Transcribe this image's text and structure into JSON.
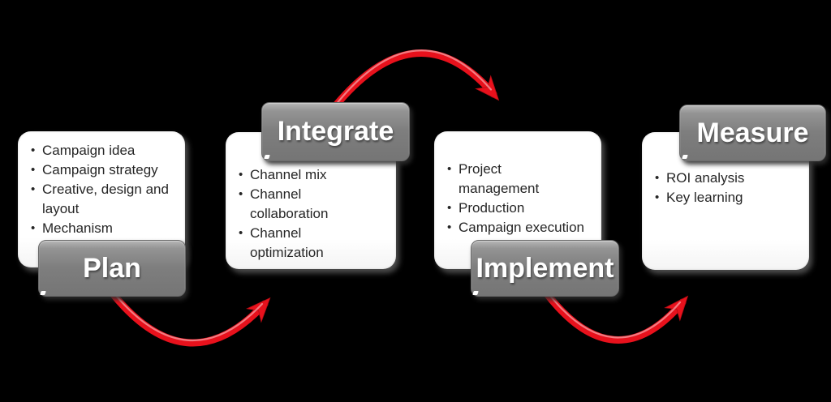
{
  "diagram": {
    "type": "process-flow",
    "background_color": "#000000",
    "colors": {
      "arrow": "#e8111c",
      "stage_label_background": "#7e7e7e",
      "stage_label_text": "#ffffff",
      "card_background": "#ffffff",
      "bullet_text": "#262626"
    },
    "stages": [
      {
        "label": "Plan",
        "label_position": "bottom",
        "items": [
          "Campaign idea",
          "Campaign strategy",
          "Creative, design and\nlayout",
          "Mechanism"
        ]
      },
      {
        "label": "Integrate",
        "label_position": "top",
        "items": [
          "Channel mix",
          "Channel\ncollaboration",
          "Channel\noptimization"
        ]
      },
      {
        "label": "Implement",
        "label_position": "bottom",
        "items": [
          "Project\nmanagement",
          "Production",
          "Campaign execution"
        ]
      },
      {
        "label": "Measure",
        "label_position": "top",
        "items": [
          "ROI analysis",
          "Key learning"
        ]
      }
    ],
    "arrows": [
      {
        "name": "plan-to-integrate",
        "shape": "arc-below",
        "color": "#e8111c"
      },
      {
        "name": "integrate-to-implement",
        "shape": "arc-above",
        "color": "#e8111c"
      },
      {
        "name": "implement-to-measure",
        "shape": "arc-below",
        "color": "#e8111c"
      }
    ],
    "bullet_glyph": "•"
  }
}
